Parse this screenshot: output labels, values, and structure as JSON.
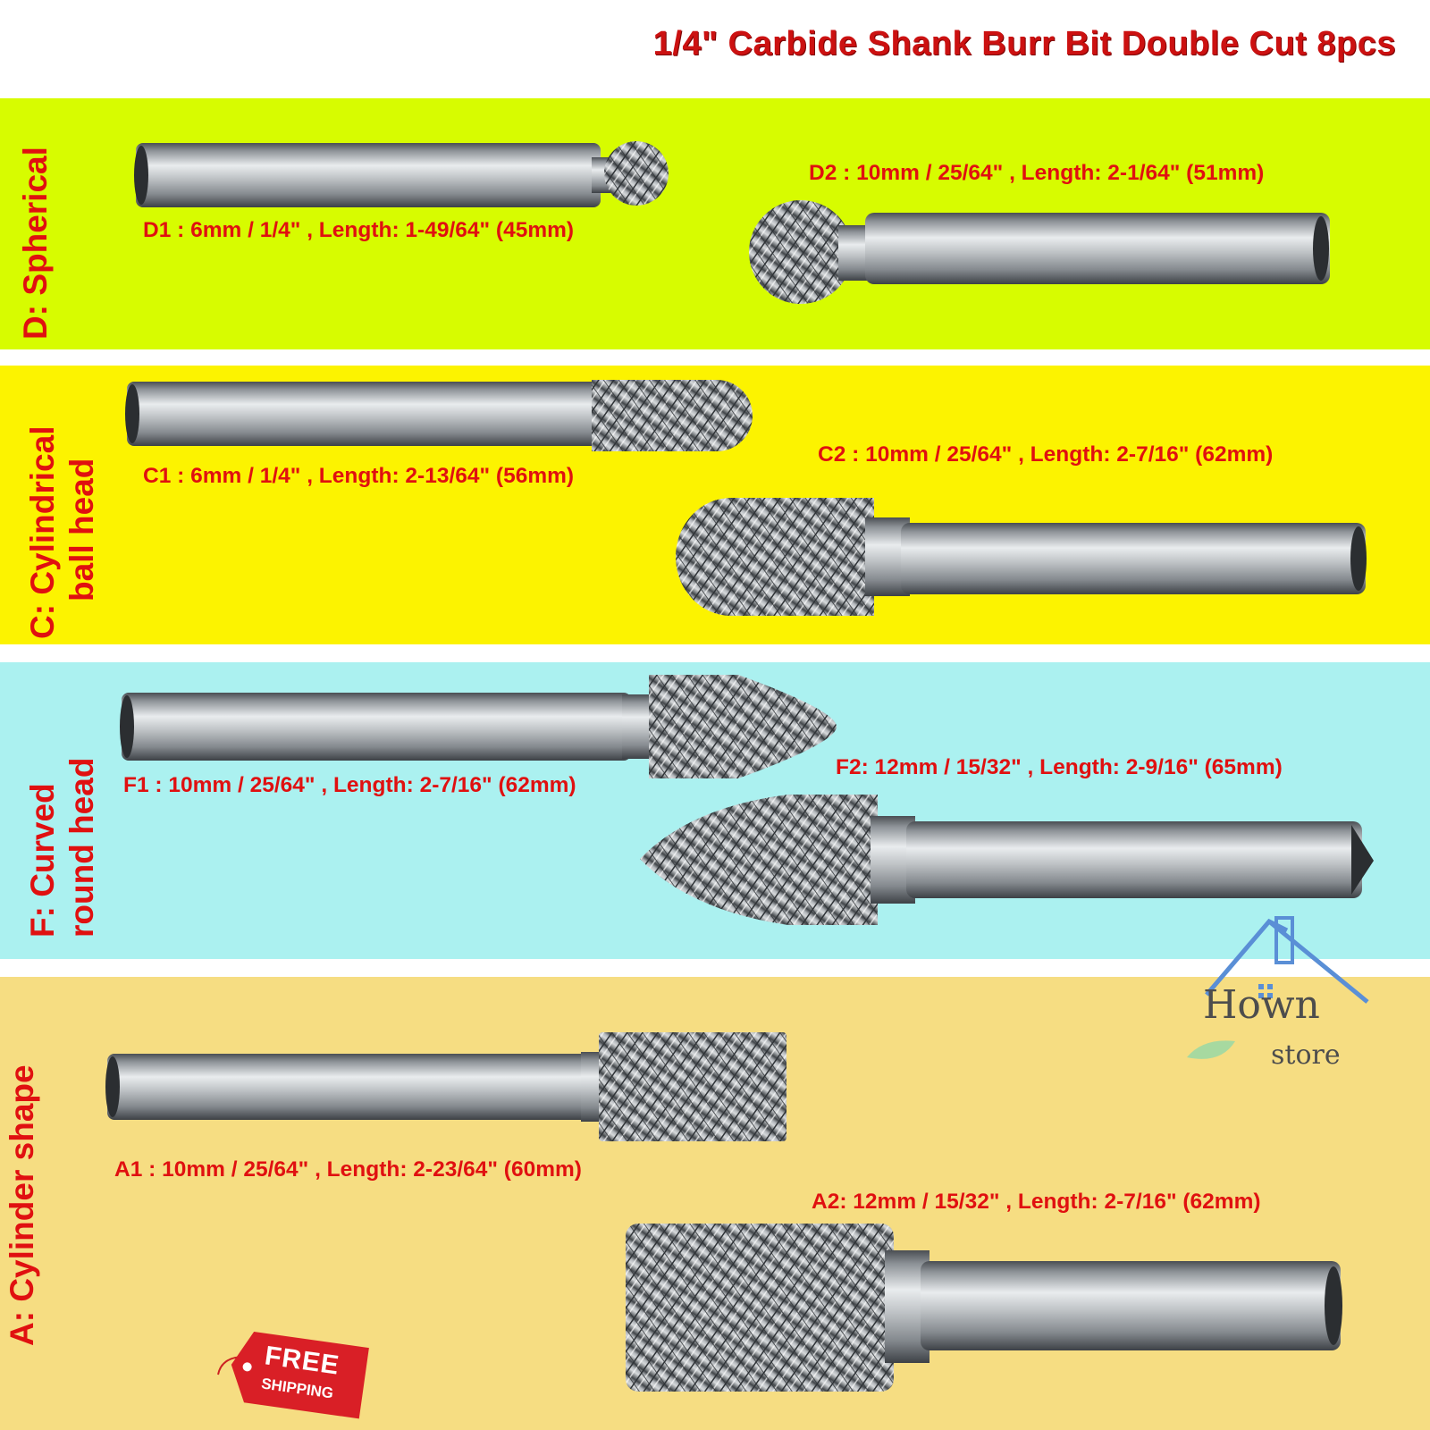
{
  "title": "1/4\" Carbide Shank Burr Bit  Double Cut  8pcs",
  "colors": {
    "band_d": "#d7fc00",
    "band_c": "#fcf300",
    "band_f": "#abf1f0",
    "band_a": "#f6dd82",
    "text_red": "#e01010",
    "steel": "#a9adb1"
  },
  "sections": {
    "d": {
      "label_line1": "D:  Spherical",
      "label_line2": "",
      "items": {
        "d1": "D1 : 6mm / 1/4\" , Length: 1-49/64\" (45mm)",
        "d2": "D2 : 10mm / 25/64\" , Length:  2-1/64\"  (51mm)"
      }
    },
    "c": {
      "label_line1": "C: Cylindrical",
      "label_line2": "ball head",
      "items": {
        "c1": "C1 : 6mm / 1/4\" , Length: 2-13/64\" (56mm)",
        "c2": "C2 : 10mm / 25/64\" , Length: 2-7/16\" (62mm)"
      }
    },
    "f": {
      "label_line1": "F: Curved",
      "label_line2": "round head",
      "items": {
        "f1": "F1 : 10mm / 25/64\" , Length: 2-7/16\" (62mm)",
        "f2": "F2:  12mm / 15/32\" , Length: 2-9/16\" (65mm)"
      }
    },
    "a": {
      "label_line1": "A: Cylinder shape",
      "label_line2": "",
      "items": {
        "a1": "A1 : 10mm / 25/64\" , Length: 2-23/64\" (60mm)",
        "a2": "A2:  12mm / 15/32\" , Length: 2-7/16\" (62mm)"
      }
    }
  },
  "badge": {
    "line1": "FREE",
    "line2": "SHIPPING"
  },
  "logo": {
    "brand": "Hown",
    "sub": "store"
  }
}
